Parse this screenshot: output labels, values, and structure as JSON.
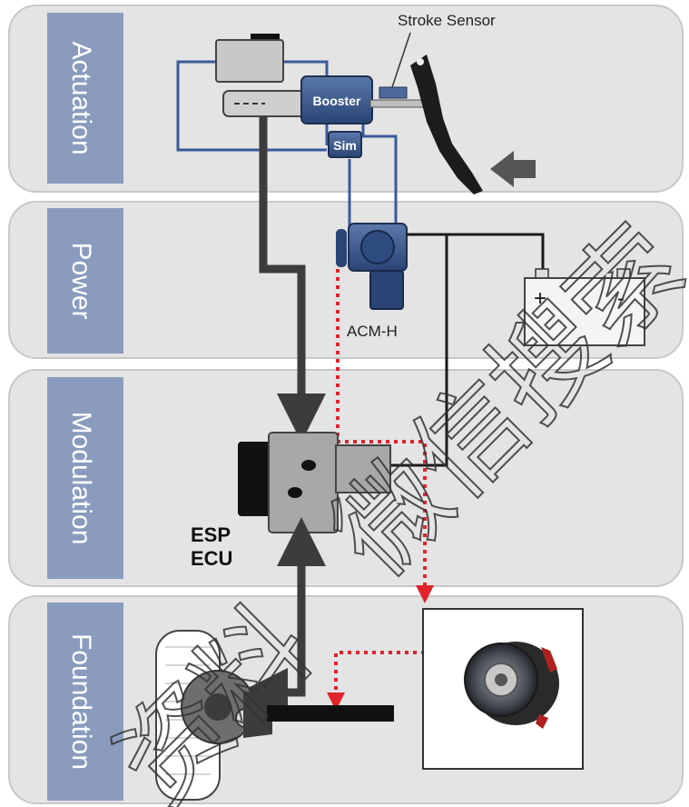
{
  "layers": [
    {
      "label": "Actuation"
    },
    {
      "label": "Power"
    },
    {
      "label": "Modulation"
    },
    {
      "label": "Foundation"
    }
  ],
  "callouts": {
    "stroke_sensor": "Stroke Sensor",
    "booster": "Booster",
    "sim": "Sim",
    "acm_h": "ACM-H",
    "esp": "ESP",
    "ecu": "ECU",
    "battery_plus": "+",
    "battery_minus": "-"
  },
  "watermark": {
    "line1": "微信搜索",
    "line2": "资料"
  },
  "colors": {
    "panel": "#e4e4e4",
    "panel_border": "#c8c8c8",
    "layer_tab": "#8a9bbd",
    "hydraulic_line": "#3c3c3c",
    "brake_line_blue": "#3a5a9a",
    "signal_red": "#e0242c",
    "component_blue": "#3d5a8c"
  }
}
